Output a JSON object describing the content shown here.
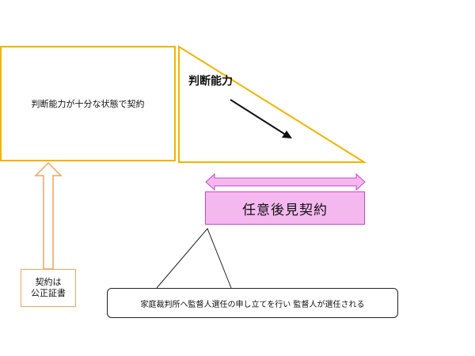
{
  "diagram": {
    "main_box_text": "判断能力が十分な状態で契約",
    "decline_label": "判断能力",
    "contract_label": "任意後見契約",
    "note": {
      "line1": "契約は",
      "line2": "公正証書"
    },
    "callout_text": "家庭裁判所へ監督人選任の申し立てを行い 監督人が選任される"
  },
  "colors": {
    "box_border": "#f0b400",
    "triangle_border": "#f0b400",
    "up_arrow": "#f4a460",
    "double_arrow_fill": "#f5b8ee",
    "double_arrow_stroke": "#cc44cc",
    "contract_fill": "#f5b8ee",
    "callout_border": "#222222",
    "diagonal_arrow": "#111111"
  }
}
